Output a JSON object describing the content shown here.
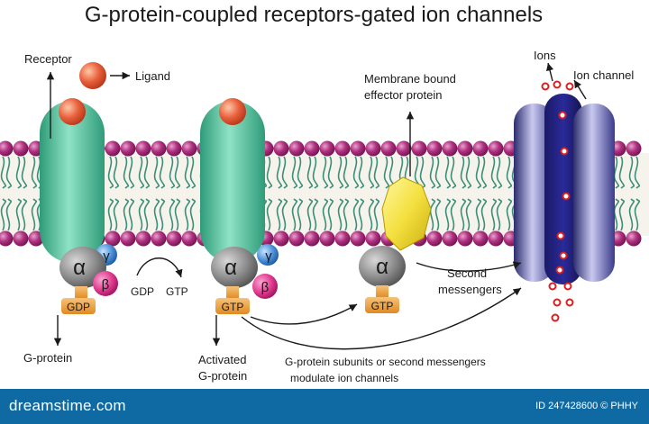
{
  "title": "G-protein-coupled receptors-gated ion channels",
  "labels": {
    "receptor": "Receptor",
    "ligand": "Ligand",
    "g_protein": "G-protein",
    "activated_1": "Activated",
    "activated_2": "G-protein",
    "gdp_arrow": "GDP",
    "gtp_arrow": "GTP",
    "effector_1": "Membrane bound",
    "effector_2": "effector protein",
    "ions": "Ions",
    "ion_channel": "Ion channel",
    "second_1": "Second",
    "second_2": "messengers",
    "note_1": "G-protein subunits or second messengers",
    "note_2": "modulate ion channels"
  },
  "subunits": {
    "alpha": "α",
    "beta": "β",
    "gamma": "γ",
    "gdp": "GDP",
    "gtp": "GTP"
  },
  "footer": {
    "brand": "dreamstime.com",
    "id": "ID 247428600 © PHHY"
  },
  "colors": {
    "receptor": "#4cc29a",
    "ligand": "#e8603c",
    "head": "#b0307f",
    "alpha": "#8a8a8a",
    "beta": "#e23a8f",
    "gamma": "#4a8fd8",
    "nucleotide": "#f0a03c",
    "effector": "#f4e040",
    "channel": "#3a3a8a",
    "footer": "#0f6aa3"
  }
}
